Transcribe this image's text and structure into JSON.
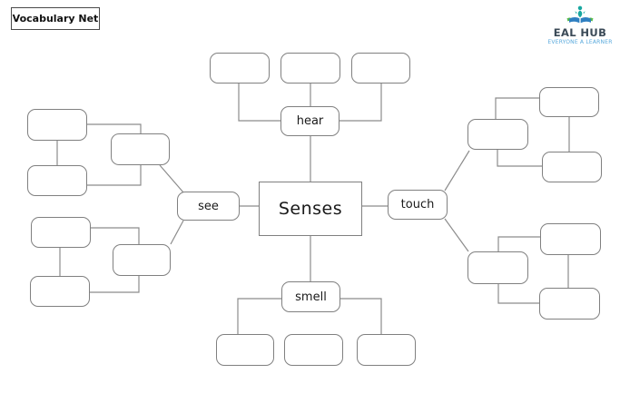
{
  "header": {
    "title": "Vocabulary Net"
  },
  "logo": {
    "name": "EAL HUB",
    "tagline": "EVERYONE A LEARNER",
    "colors": {
      "name_text": "#3b4a57",
      "tagline_text": "#58a9dc",
      "book_blue": "#2f7fc1",
      "person_teal": "#18a7a0",
      "leaf_green": "#55b948"
    }
  },
  "diagram": {
    "type": "vocabulary-net-mind-map",
    "center": {
      "label": "Senses"
    },
    "branches": [
      {
        "id": "hear",
        "label": "hear",
        "position": "top",
        "empty_boxes": 3
      },
      {
        "id": "see",
        "label": "see",
        "position": "left",
        "empty_boxes": 6
      },
      {
        "id": "touch",
        "label": "touch",
        "position": "right",
        "empty_boxes": 6
      },
      {
        "id": "smell",
        "label": "smell",
        "position": "bottom",
        "empty_boxes": 3
      }
    ],
    "total_empty_boxes": 18,
    "line_color": "#8c8c8c",
    "box_border_color": "#808080",
    "background_color": "#ffffff"
  }
}
